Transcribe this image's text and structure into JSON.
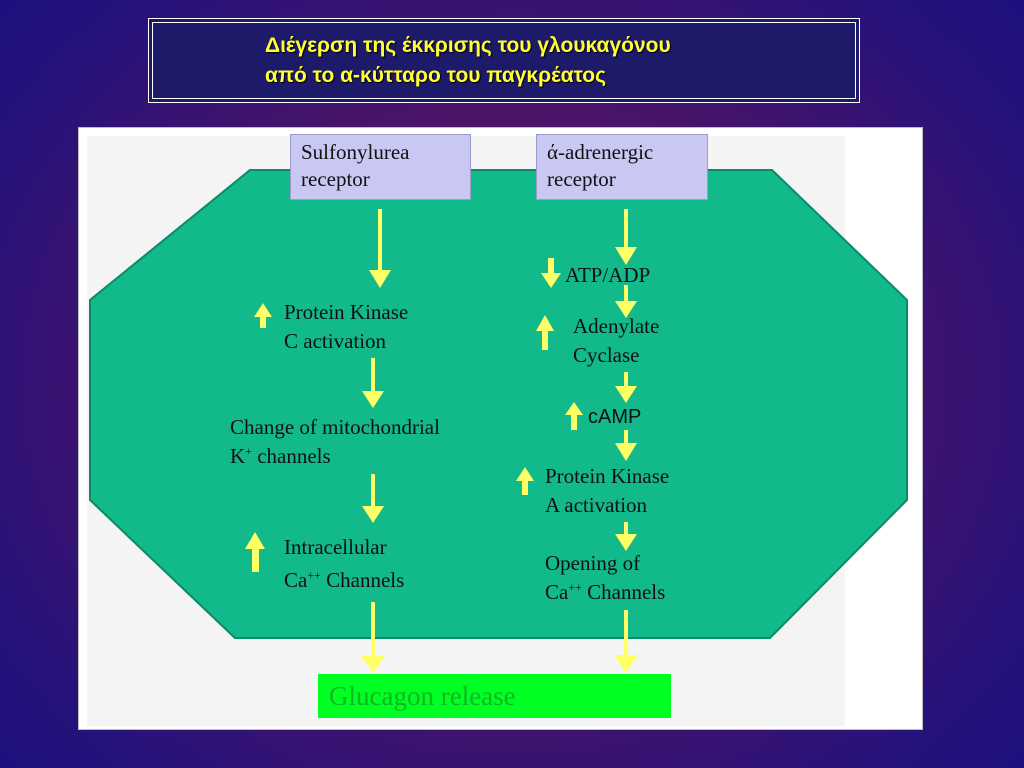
{
  "title": {
    "line1": "Διέγερση της έκκρισης του γλουκαγόνου",
    "line2": "από το α-κύτταρο του παγκρέατος"
  },
  "receptors": {
    "sulfonylurea": {
      "line1": "Sulfonylurea",
      "line2": "receptor"
    },
    "adrenergic": {
      "line1": "ά-adrenergic",
      "line2": "receptor"
    }
  },
  "left_pathway": {
    "pkc": {
      "line1": "Protein Kinase",
      "line2": "C activation",
      "indicator": "up"
    },
    "mito": {
      "line1": "Change of mitochondrial",
      "line2_prefix": "K",
      "line2_sup": "+",
      "line2_suffix": " channels"
    },
    "ca": {
      "line1": "Intracellular",
      "line2_prefix": "Ca",
      "line2_sup": "++",
      "line2_suffix": " Channels",
      "indicator": "up"
    }
  },
  "right_pathway": {
    "atp": {
      "label": "ATP/ADP",
      "indicator": "down"
    },
    "adenylate": {
      "line1": "Adenylate",
      "line2": "Cyclase",
      "indicator": "up"
    },
    "camp": {
      "label": "cAMP",
      "indicator": "up"
    },
    "pka": {
      "line1": "Protein Kinase",
      "line2": "A activation",
      "indicator": "up"
    },
    "opening": {
      "line1": "Opening of",
      "line2_prefix": "Ca",
      "line2_sup": "++",
      "line2_suffix": " Channels"
    }
  },
  "output": {
    "label": "Glucagon release"
  },
  "colors": {
    "cell": "#12b98a",
    "arrow": "#ffff66",
    "receptor_box": "#c8c8f2",
    "release_box": "#00ff22",
    "title_text": "#ffff33"
  },
  "icons": [
    "up-arrow-icon",
    "down-arrow-icon"
  ]
}
